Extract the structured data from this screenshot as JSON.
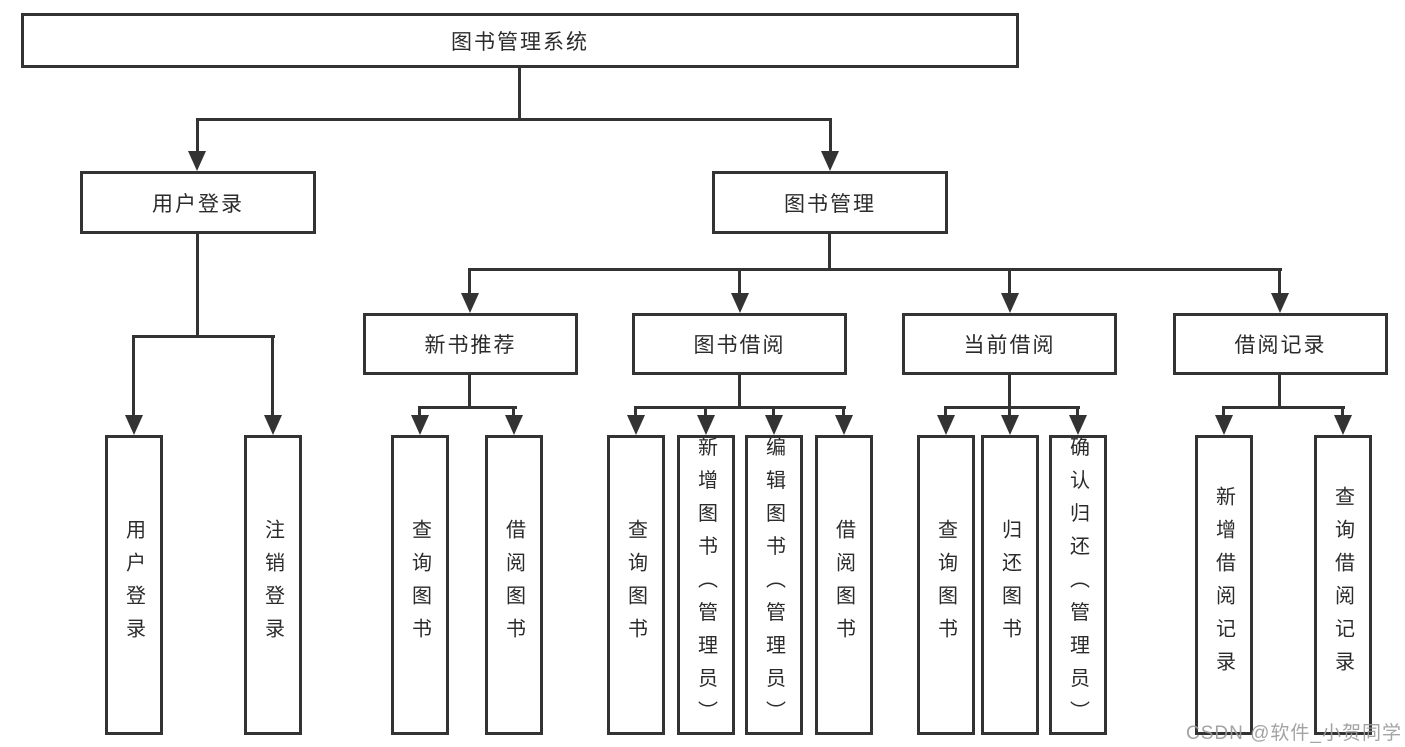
{
  "tree": {
    "label": "图书管理系统",
    "children": [
      {
        "label": "用户登录",
        "children": [
          {
            "label": "用户登录"
          },
          {
            "label": "注销登录"
          }
        ]
      },
      {
        "label": "图书管理",
        "children": [
          {
            "label": "新书推荐",
            "children": [
              {
                "label": "查询图书"
              },
              {
                "label": "借阅图书"
              }
            ]
          },
          {
            "label": "图书借阅",
            "children": [
              {
                "label": "查询图书"
              },
              {
                "label": "新增图书（管理员）"
              },
              {
                "label": "编辑图书（管理员）"
              },
              {
                "label": "借阅图书"
              }
            ]
          },
          {
            "label": "当前借阅",
            "children": [
              {
                "label": "查询图书"
              },
              {
                "label": "归还图书"
              },
              {
                "label": "确认归还（管理员）"
              }
            ]
          },
          {
            "label": "借阅记录",
            "children": [
              {
                "label": "新增借阅记录"
              },
              {
                "label": "查询借阅记录"
              }
            ]
          }
        ]
      }
    ]
  },
  "watermark": {
    "text": "CSDN @软件_小贺同学"
  },
  "colors": {
    "line": "#333333",
    "text": "#2b2b2b",
    "box_fill": "#ffffff",
    "watermark_text": "#9c9c9c",
    "background": "#ffffff"
  }
}
